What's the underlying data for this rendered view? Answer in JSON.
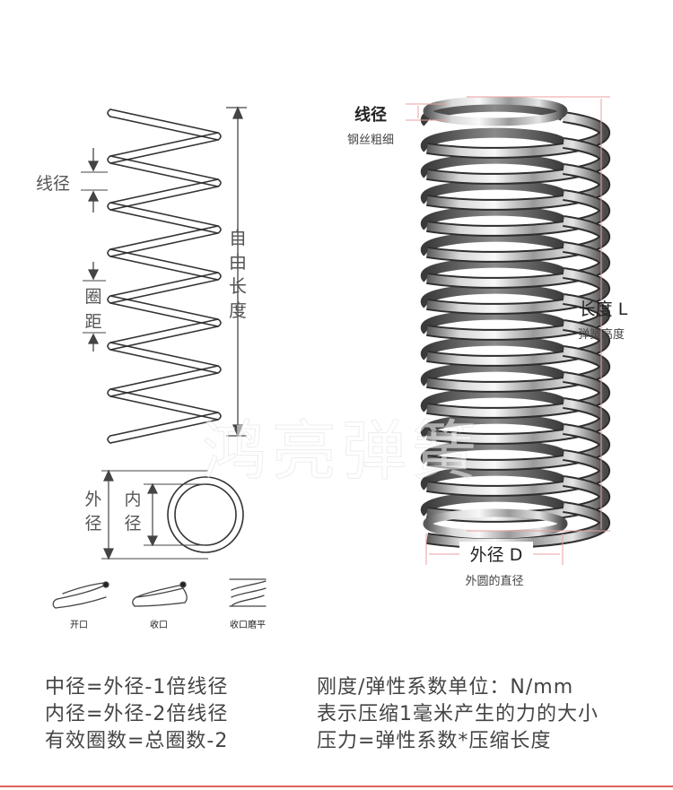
{
  "schematic": {
    "wire_diameter_label": "线径",
    "pitch_label_1": "圈",
    "pitch_label_2": "距",
    "free_length_chars": [
      "自",
      "由",
      "长",
      "度"
    ],
    "outer_dia_chars": [
      "外",
      "径"
    ],
    "inner_dia_chars": [
      "内",
      "径"
    ]
  },
  "end_types": [
    {
      "label": "开口",
      "icon": "open-end-coil-icon"
    },
    {
      "label": "收口",
      "icon": "closed-end-coil-icon"
    },
    {
      "label": "收口磨平",
      "icon": "closed-ground-end-coil-icon"
    }
  ],
  "watermark": "鸿亮弹簧",
  "photo_labels": {
    "wire_title": "线径",
    "wire_sub": "钢丝粗细",
    "length_title": "长度 L",
    "length_sub": "弹簧高度",
    "od_title": "外径 D",
    "od_sub": "外圆的直径"
  },
  "formulas_left": [
    "中径=外径-1倍线径",
    "内径=外径-2倍线径",
    "有效圈数=总圈数-2"
  ],
  "formulas_right": [
    "刚度/弹性系数单位：N/mm",
    "表示压缩1毫米产生的力的大小",
    "压力=弹性系数*压缩长度"
  ],
  "colors": {
    "text": "#444444",
    "dimension_line": "#e8a0a0",
    "bottom_rule": "#e06060"
  }
}
